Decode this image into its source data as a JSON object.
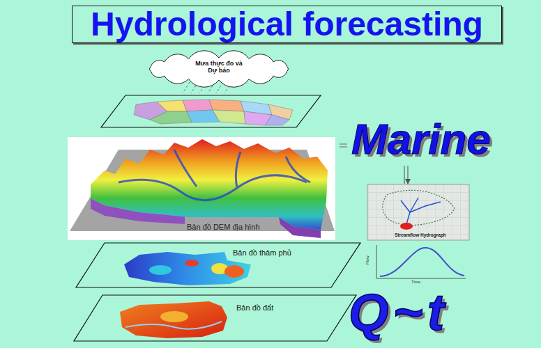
{
  "diagram": {
    "title": "Hydrological forecasting",
    "nodes": [
      {
        "text": [
          "Mưa thực đo và Dự báo"
        ]
      },
      {
        "text": [
          "Bản đồ DEM địa hình"
        ]
      },
      {
        "text": [
          "Marine"
        ]
      },
      {
        "text": [
          "Streamflow Hydrograph"
        ]
      },
      {
        "text": [
          "Bản đồ thảm phủ"
        ]
      },
      {
        "text": [
          "Bản đồ đất"
        ]
      }
    ],
    "edges": [
      {
        "from": 1,
        "to": 2,
        "arrow": "none"
      },
      {
        "from": 2,
        "to": 3,
        "arrow": "to"
      }
    ],
    "labels": [
      "Flow",
      "Time",
      "Q~t"
    ]
  }
}
